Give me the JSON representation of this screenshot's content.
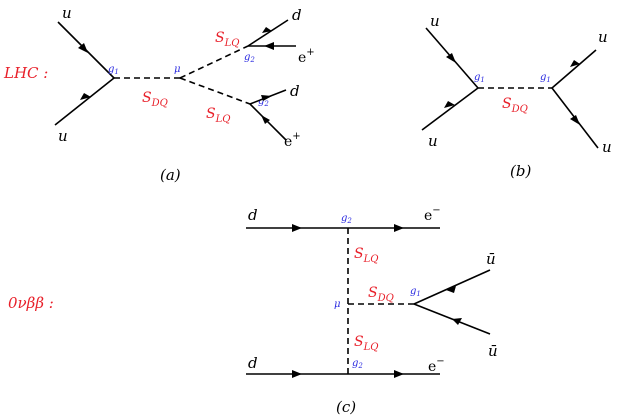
{
  "diagram_a": {
    "section_label": "LHC :",
    "panel_label": "(a)",
    "quark_top": "u",
    "quark_bottom": "u",
    "coupling_left": "g",
    "coupling_left_sub": "1",
    "coupling_mid": "μ",
    "mediator": "S",
    "mediator_sub": "DQ",
    "lq_top": "S",
    "lq_top_sub": "LQ",
    "lq_bottom": "S",
    "lq_bottom_sub": "LQ",
    "coupling_top": "g",
    "coupling_top_sub": "2",
    "coupling_bottom": "g",
    "coupling_bottom_sub": "2",
    "out_d_top": "d",
    "out_e_top": "e",
    "out_e_top_sup": "+",
    "out_d_bottom": "d",
    "out_e_bottom": "e",
    "out_e_bottom_sup": "+"
  },
  "diagram_b": {
    "panel_label": "(b)",
    "in_top": "u",
    "in_bottom": "u",
    "coupling_left": "g",
    "coupling_left_sub": "1",
    "coupling_right": "g",
    "coupling_right_sub": "1",
    "mediator": "S",
    "mediator_sub": "DQ",
    "out_top": "u",
    "out_bottom": "u"
  },
  "diagram_c": {
    "section_label": "0νββ :",
    "panel_label": "(c)",
    "in_top": "d",
    "in_bottom": "d",
    "out_top": "e",
    "out_top_sup": "−",
    "out_bottom": "e",
    "out_bottom_sup": "−",
    "coupling_top": "g",
    "coupling_top_sub": "2",
    "coupling_bottom": "g",
    "coupling_bottom_sub": "2",
    "coupling_mid": "μ",
    "coupling_right": "g",
    "coupling_right_sub": "1",
    "lq_top": "S",
    "lq_top_sub": "LQ",
    "lq_bottom": "S",
    "lq_bottom_sub": "LQ",
    "mediator": "S",
    "mediator_sub": "DQ",
    "antiquark_top": "ū",
    "antiquark_bottom": "ū"
  }
}
